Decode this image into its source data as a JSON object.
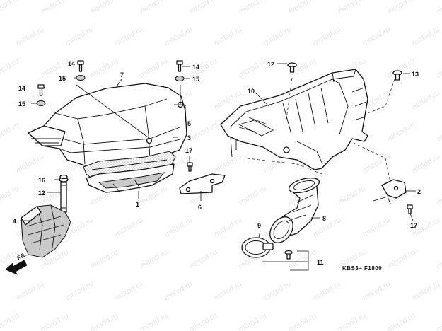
{
  "watermark": "motod.ru",
  "diagram_code": "KBS3– F1800",
  "direction_label": "FR.",
  "callouts": [
    {
      "id": "c1",
      "label": "1"
    },
    {
      "id": "c2",
      "label": "2"
    },
    {
      "id": "c3",
      "label": "3"
    },
    {
      "id": "c4",
      "label": "4"
    },
    {
      "id": "c5",
      "label": "5"
    },
    {
      "id": "c6",
      "label": "6"
    },
    {
      "id": "c7",
      "label": "7"
    },
    {
      "id": "c8",
      "label": "8"
    },
    {
      "id": "c9",
      "label": "9"
    },
    {
      "id": "c10",
      "label": "10"
    },
    {
      "id": "c11",
      "label": "11"
    },
    {
      "id": "c12a",
      "label": "12"
    },
    {
      "id": "c12b",
      "label": "12"
    },
    {
      "id": "c13",
      "label": "13"
    },
    {
      "id": "c14a",
      "label": "14"
    },
    {
      "id": "c14b",
      "label": "14"
    },
    {
      "id": "c14c",
      "label": "14"
    },
    {
      "id": "c15a",
      "label": "15"
    },
    {
      "id": "c15b",
      "label": "15"
    },
    {
      "id": "c15c",
      "label": "15"
    },
    {
      "id": "c16",
      "label": "16"
    },
    {
      "id": "c17a",
      "label": "17"
    },
    {
      "id": "c17b",
      "label": "17"
    }
  ]
}
